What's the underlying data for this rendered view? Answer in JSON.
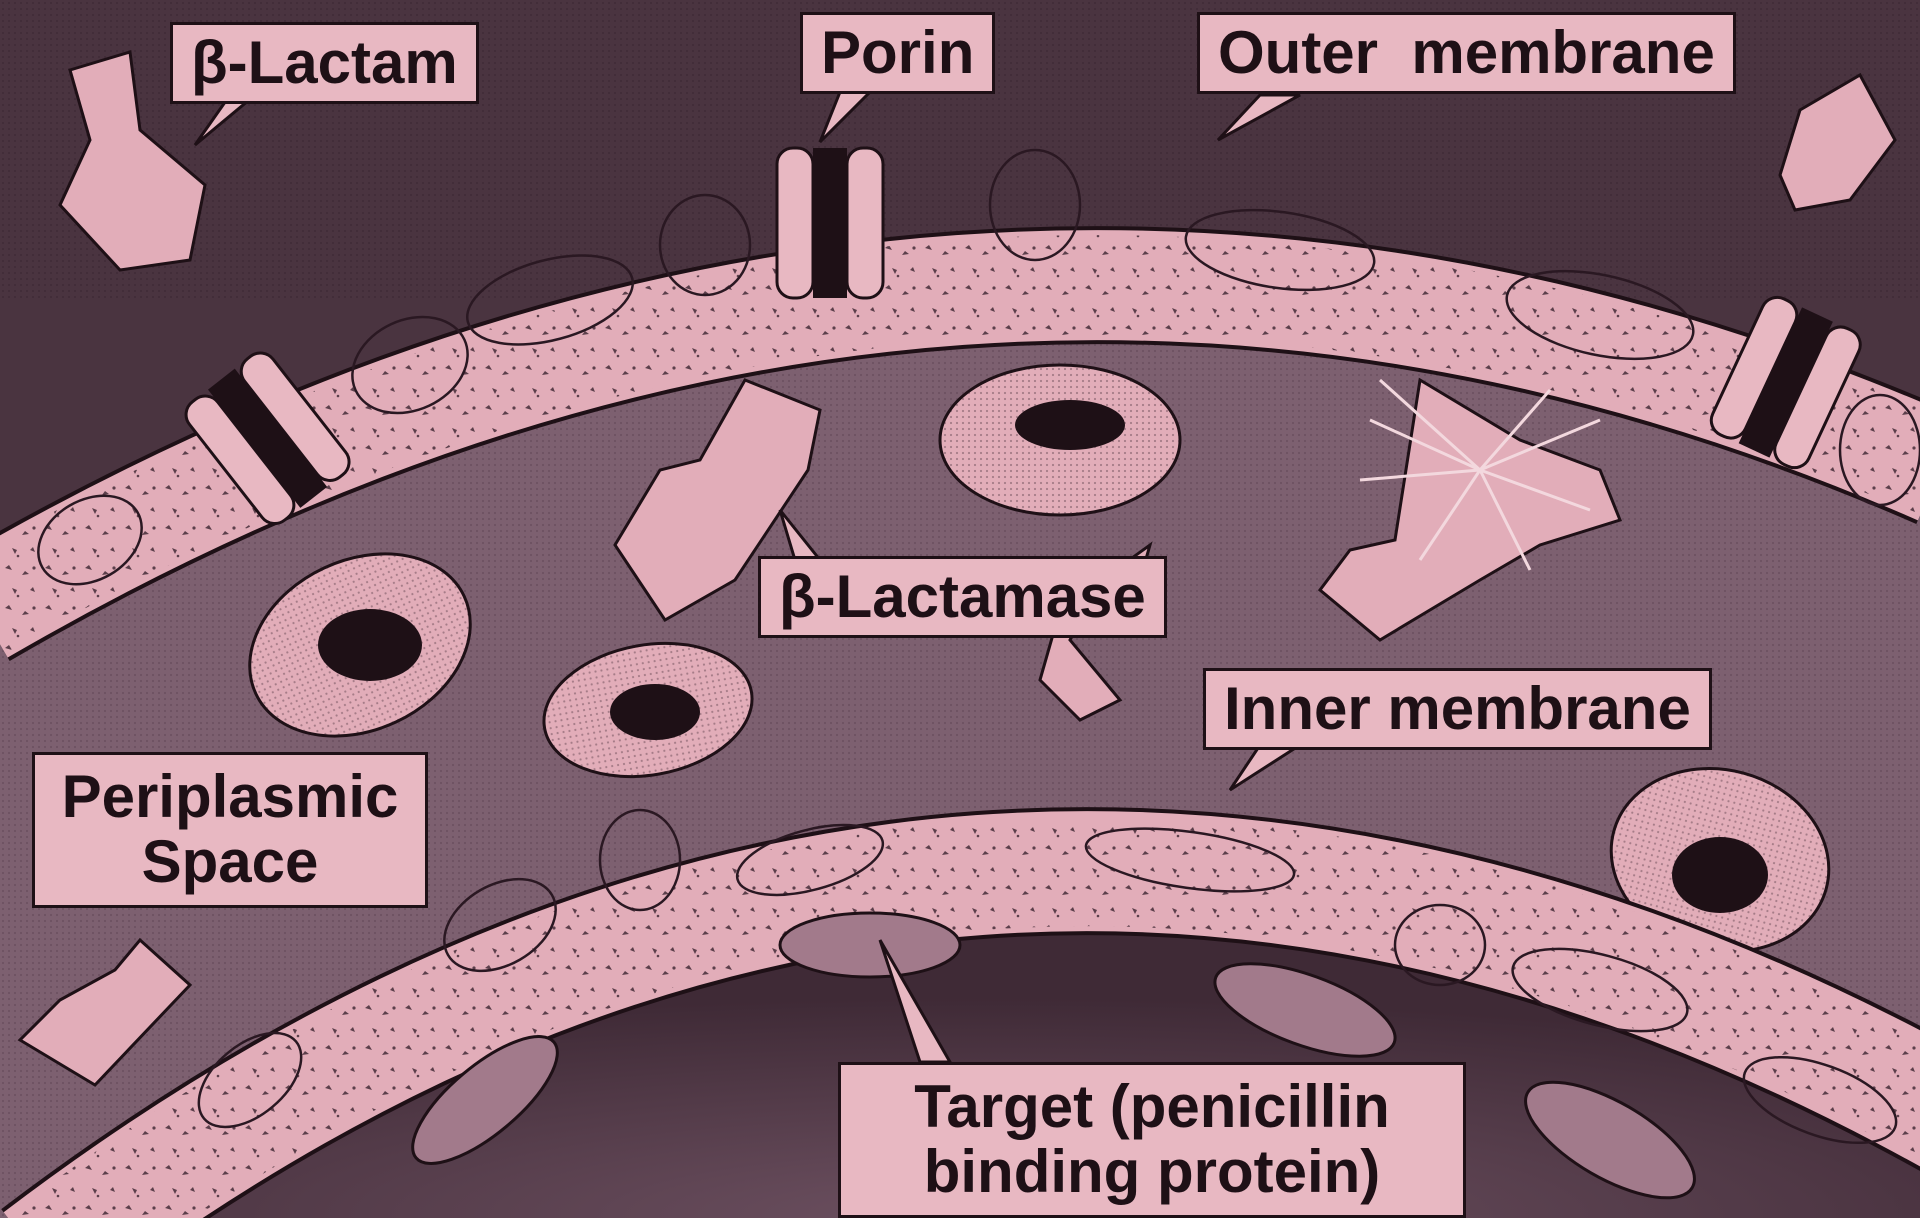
{
  "labels": {
    "beta_lactam": "β-Lactam",
    "porin": "Porin",
    "outer_membrane": "Outer  membrane",
    "beta_lactamase": "β-Lactamase",
    "inner_membrane": "Inner membrane",
    "periplasmic_space": [
      "Periplasmic",
      "Space"
    ],
    "target": [
      "Target (penicillin",
      "binding protein)"
    ]
  },
  "colors": {
    "background": "#4a3440",
    "membrane": "#e2adb9",
    "periplasm": "#7d6070",
    "cytoplasm": "#5c4452",
    "label_fill": "#e8b8c2",
    "outline": "#1e1016",
    "top_bar": "#4b5bd0"
  }
}
